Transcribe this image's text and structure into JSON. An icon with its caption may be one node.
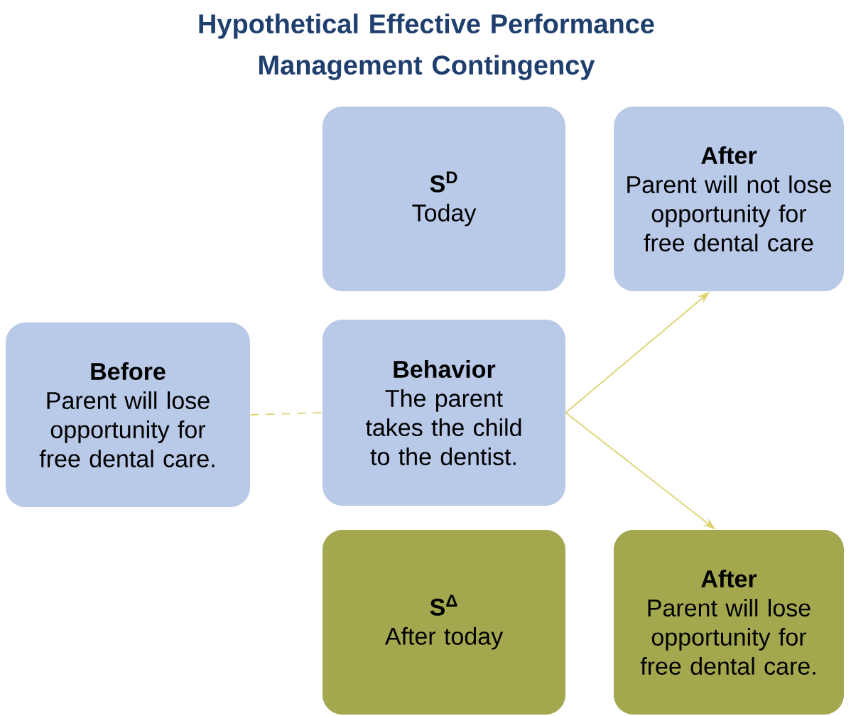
{
  "diagram": {
    "title": "Hypothetical Effective Performance Management Contingency",
    "nodes": [
      {
        "text": [
          "S$^{D}$",
          "Today"
        ]
      },
      {
        "text": [
          "After",
          "Parent will not lose opportunity for free dental care"
        ]
      },
      {
        "text": [
          "Before",
          "Parent will lose opportunity for free dental care."
        ]
      },
      {
        "text": [
          "Behavior",
          "The parent takes the child to the dentist."
        ]
      },
      {
        "text": [
          "S$^{Δ}$",
          "After today"
        ]
      },
      {
        "text": [
          "After",
          "Parent will lose opportunity for free dental care."
        ]
      }
    ],
    "edges": [
      {
        "from": 2,
        "to": 3,
        "arrow": "none",
        "style": "dashed"
      },
      {
        "from": 3,
        "to": 1,
        "arrow": "to"
      },
      {
        "from": 3,
        "to": 5,
        "arrow": "to"
      }
    ]
  }
}
